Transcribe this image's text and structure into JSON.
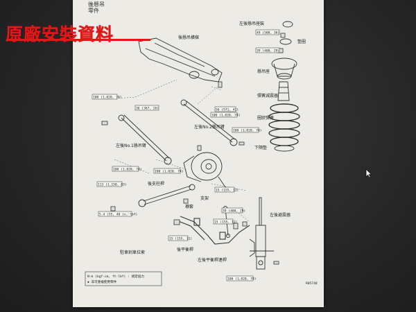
{
  "window": {
    "header_line1": "後懸吊",
    "header_line2": "零件"
  },
  "watermark": {
    "text": "原廠安裝資料"
  },
  "diagram": {
    "labels": {
      "rear_crossmember": "後懸吊橫樑",
      "no1_arm": "左後No.1懸吊臂",
      "no2_arm": "左後No.2懸吊臂",
      "strut_arm": "後支柱桿",
      "top_support": "左後懸吊座裝",
      "cap": "墊圈",
      "support": "懸吊座",
      "bumper": "彈簧減震器",
      "coil_spring": "圈狀彈簧",
      "lower_seat": "下隔墊",
      "shock": "左後避震器",
      "bushing_l": "襯套",
      "bushing_r": "支架",
      "clamp_l": "駐車剎車拉索",
      "stabilizer_bar": "後平衡桿",
      "stabilizer_link": "左後平衡桿連桿"
    },
    "torques": {
      "t1": "49 (500, 36)",
      "t2": "39 (400, 29)",
      "t3": "100 (1,020, 74)",
      "t4": "36 (367, 26)",
      "t5": "56 (571, 41)",
      "t6": "100 (1,020, 74)",
      "t7": "100 (1,020, 74)",
      "t8": "100 (1,020, 74)",
      "t9": "100 (1,020, 74)",
      "t10": "113 (1,150, 83)",
      "t11": "15 (155, 11)",
      "t12": "5.4 (55, 48 in.·lbf)",
      "t13": "15 (155, 11)",
      "t14": "39 (400, 29)",
      "t15": "15 (155, 11)",
      "t16": "100 (1,020, 74)"
    },
    "legend_line1": "N·m (kgf·cm, ft·lbf) : 規定扭力",
    "legend_line2": "◆ 非可重複使用零件",
    "page_code": "R05748"
  }
}
